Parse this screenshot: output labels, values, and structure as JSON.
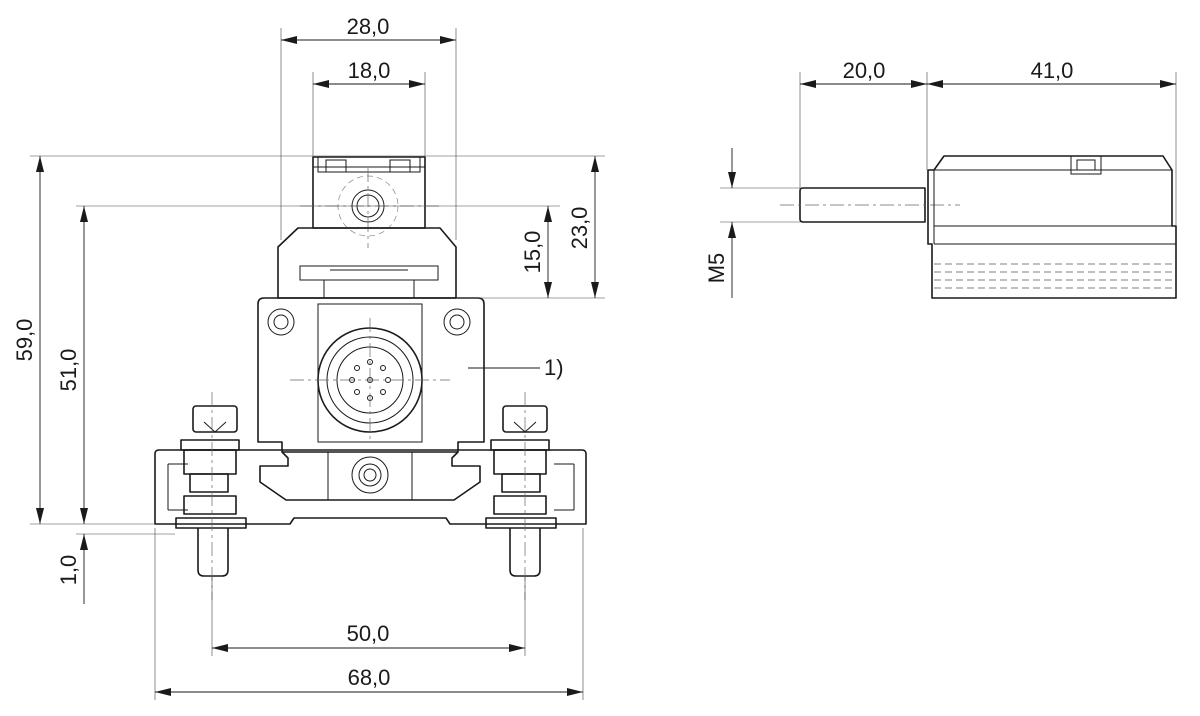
{
  "dimensions": {
    "top_outer_width": "28,0",
    "top_inner_width": "18,0",
    "total_height": "59,0",
    "mount_height": "51,0",
    "actuator_height_15": "15,0",
    "actuator_height_23": "23,0",
    "base_offset": "1,0",
    "hole_spacing": "50,0",
    "total_width": "68,0",
    "side_left_width": "20,0",
    "side_right_width": "41,0",
    "thread": "M5"
  },
  "callouts": {
    "connector": "1)"
  }
}
